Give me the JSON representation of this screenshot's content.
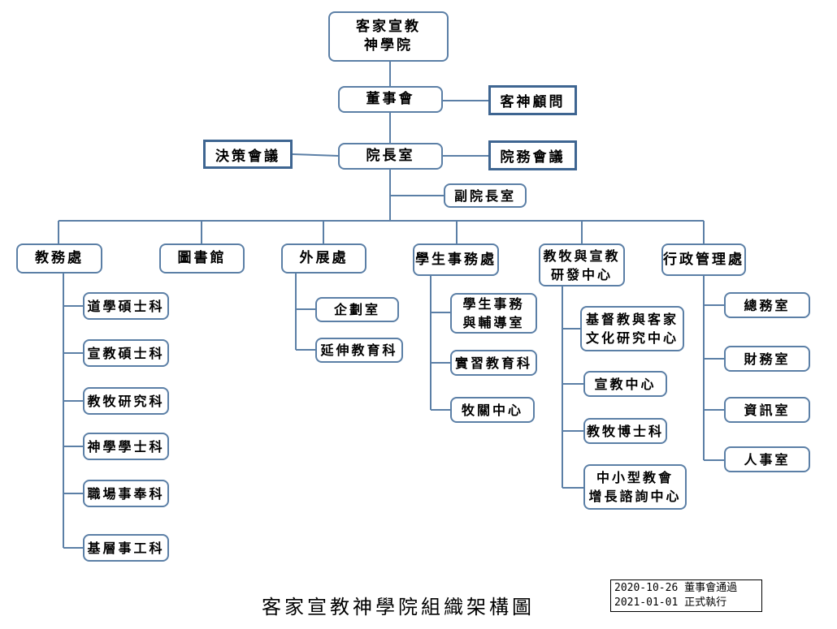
{
  "nodes": {
    "institute": "客家宣教\n神學院",
    "board": "董事會",
    "advisor": "客神顧問",
    "president": "院長室",
    "decision": "決策會議",
    "affairs_meeting": "院務會議",
    "vice": "副院長室",
    "academic": "教務處",
    "library": "圖書館",
    "extension": "外展處",
    "student": "學生事務處",
    "research": "教牧與宣教\n研發中心",
    "admin": "行政管理處",
    "academic_items": [
      "道學碩士科",
      "宣教碩士科",
      "教牧研究科",
      "神學學士科",
      "職場事奉科",
      "基層事工科"
    ],
    "extension_items": [
      "企劃室",
      "延伸教育科"
    ],
    "student_items": [
      "學生事務\n與輔導室",
      "實習教育科",
      "牧關中心"
    ],
    "research_items": [
      "基督教與客家\n文化研究中心",
      "宣教中心",
      "教牧博士科",
      "中小型教會\n增長諮詢中心"
    ],
    "admin_items": [
      "總務室",
      "財務室",
      "資訊室",
      "人事室"
    ]
  },
  "title": "客家宣教神學院組織架構圖",
  "note": [
    "2020-10-26 董事會通過",
    "2021-01-01 正式執行"
  ],
  "colors": {
    "line": "#5b7fa6",
    "border": "#5b7fa6",
    "strong_border": "#3e6591"
  }
}
